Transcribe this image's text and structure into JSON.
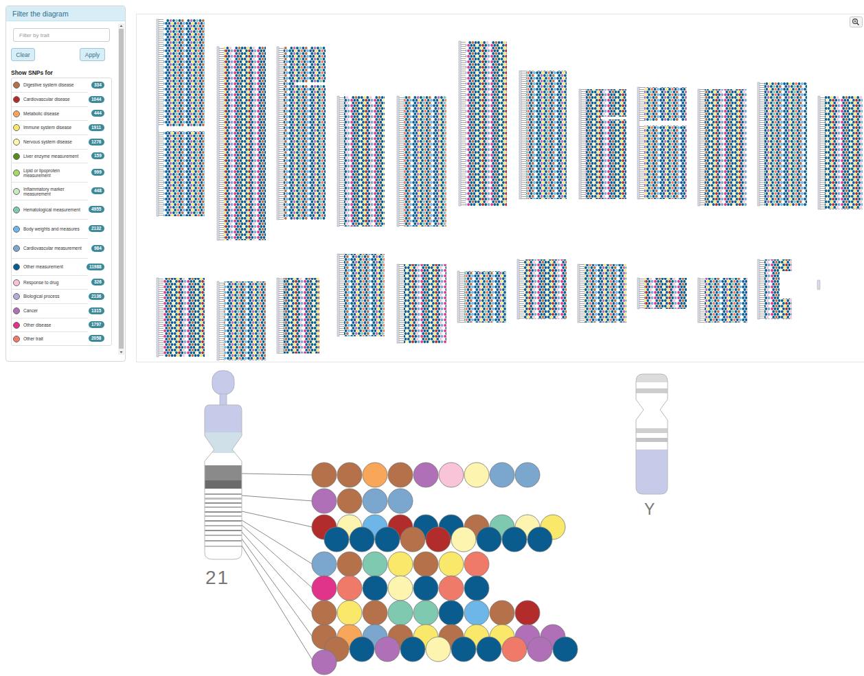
{
  "diagram": {
    "nodes": [
      {
        "text": [
          "Filter the diagram"
        ]
      },
      {
        "text": [
          "Filter by trait"
        ],
        "in": 0
      },
      {
        "text": [
          "Clear"
        ],
        "in": 0
      },
      {
        "text": [
          "Apply"
        ],
        "in": 0
      },
      {
        "text": [
          "334"
        ],
        "in": 0
      },
      {
        "text": [
          "1044"
        ],
        "in": 0
      },
      {
        "text": [
          "444"
        ],
        "in": 0
      },
      {
        "text": [
          "1911"
        ],
        "in": 0
      },
      {
        "text": [
          "1276"
        ],
        "in": 0
      },
      {
        "text": [
          "159"
        ],
        "in": 0
      },
      {
        "text": [
          "999"
        ],
        "in": 0
      },
      {
        "text": [
          "448"
        ],
        "in": 0
      },
      {
        "text": [
          "4955"
        ],
        "in": 0
      },
      {
        "text": [
          "2132"
        ],
        "in": 0
      },
      {
        "text": [
          "984"
        ],
        "in": 0
      },
      {
        "text": [
          "11988"
        ],
        "in": 0
      },
      {
        "text": [
          "326"
        ],
        "in": 0
      },
      {
        "text": [
          "2136"
        ],
        "in": 0
      },
      {
        "text": [
          "1315"
        ],
        "in": 0
      },
      {
        "text": [
          "1797"
        ],
        "in": 0
      },
      {
        "text": [
          "2058"
        ],
        "in": 0
      }
    ],
    "labels": [
      "Show SNPs for",
      "21",
      "Y"
    ],
    "legend": [
      {
        "text": "Digestive system disease",
        "color": "#b5714a"
      },
      {
        "text": "Cardiovascular disease",
        "color": "#b22c2c"
      },
      {
        "text": "Metabolic disease",
        "color": "#f7a65a"
      },
      {
        "text": "Immune system disease",
        "color": "#f9e86a"
      },
      {
        "text": "Nervous system disease",
        "color": "#fdf4b0"
      },
      {
        "text": "Liver enzyme measurement",
        "color": "#5a8a1f"
      },
      {
        "text": "Lipid or lipoprotein measurement",
        "color": "#a6d86a"
      },
      {
        "text": "Inflammatory marker measurement",
        "color": "#c7e8c0"
      },
      {
        "text": "Hematological measurement",
        "color": "#7fc9b0"
      },
      {
        "text": "Body weights and measures",
        "color": "#6cb6e8"
      },
      {
        "text": "Cardiovascular measurement",
        "color": "#7ba7cf"
      },
      {
        "text": "Other measurement",
        "color": "#0a5c8f"
      },
      {
        "text": "Response to drug",
        "color": "#f9c4d8"
      },
      {
        "text": "Biological process",
        "color": "#b9a9d6"
      },
      {
        "text": "Cancer",
        "color": "#b070b8"
      },
      {
        "text": "Other disease",
        "color": "#e0338a"
      },
      {
        "text": "Other trait",
        "color": "#ef7a6a"
      }
    ]
  }
}
